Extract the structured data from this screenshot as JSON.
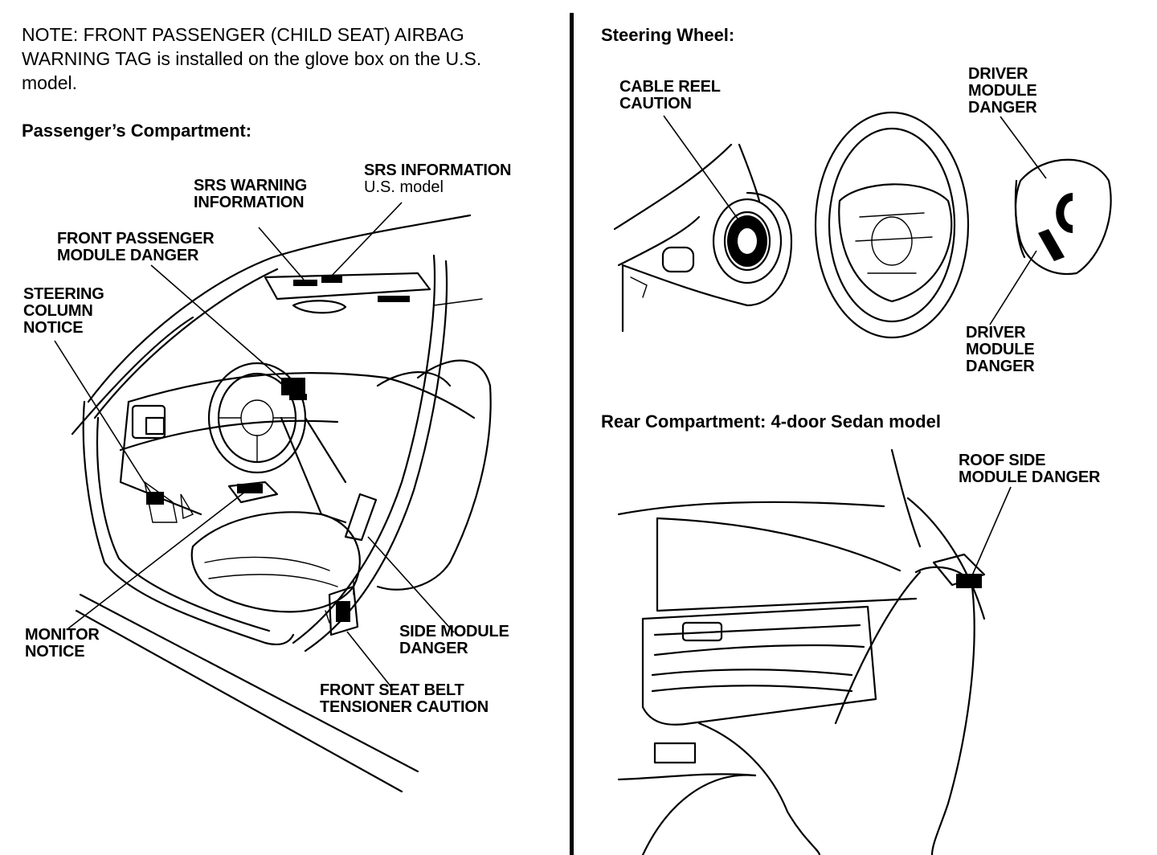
{
  "note": {
    "text": "NOTE: FRONT PASSENGER (CHILD SEAT) AIRBAG\nWARNING TAG is installed on the glove box on the U.S.\nmodel."
  },
  "headings": {
    "passenger_compartment": "Passenger’s Compartment:",
    "steering_wheel": "Steering Wheel:",
    "rear_compartment": "Rear Compartment: 4-door Sedan model"
  },
  "labels": {
    "srs_warning_information": "SRS WARNING\nINFORMATION",
    "srs_information": "SRS INFORMATION",
    "srs_information_sub": "U.S. model",
    "front_passenger_module_danger": "FRONT PASSENGER\nMODULE DANGER",
    "steering_column_notice": "STEERING\nCOLUMN\nNOTICE",
    "monitor_notice": "MONITOR\nNOTICE",
    "side_module_danger": "SIDE MODULE\nDANGER",
    "front_seat_belt_tensioner_caution": "FRONT SEAT BELT\nTENSIONER CAUTION",
    "cable_reel_caution": "CABLE REEL\nCAUTION",
    "driver_module_danger_top": "DRIVER\nMODULE\nDANGER",
    "driver_module_danger_bottom": "DRIVER\nMODULE\nDANGER",
    "roof_side_module_danger": "ROOF SIDE\nMODULE DANGER"
  },
  "colors": {
    "ink": "#000000",
    "paper": "#ffffff"
  }
}
